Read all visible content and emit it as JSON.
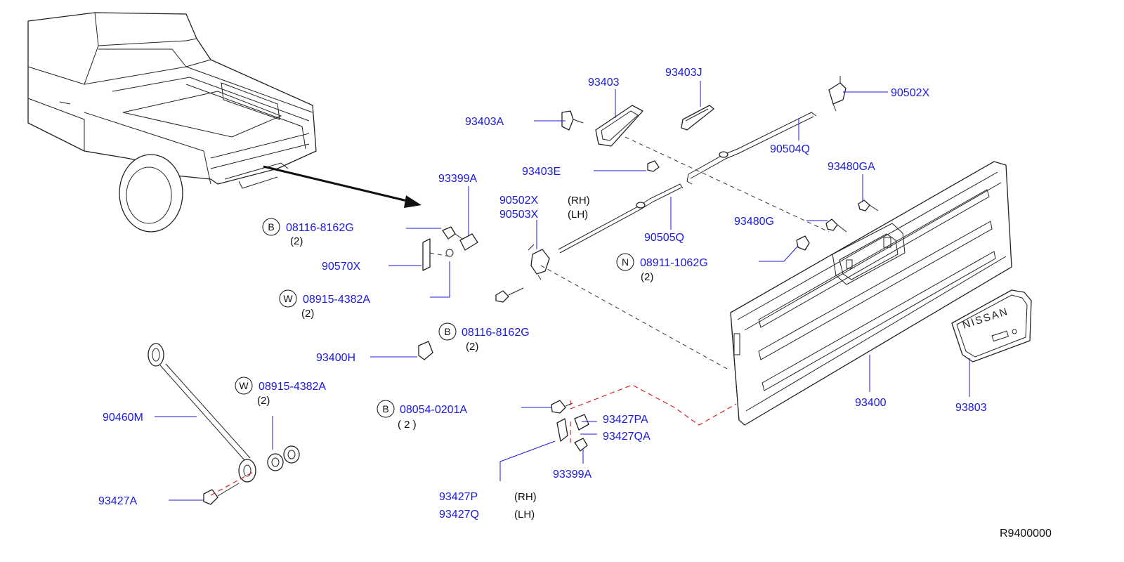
{
  "diagram": {
    "reference": "R9400000",
    "labels": {
      "p93403": "93403",
      "p93403J": "93403J",
      "p93403A": "93403A",
      "p90502X_top": "90502X",
      "p90504Q": "90504Q",
      "p93403E": "93403E",
      "p93399A_top": "93399A",
      "p93480GA": "93480GA",
      "p90502X_rh": "90502X",
      "rh_1": "(RH)",
      "p90503X": "90503X",
      "lh_1": "(LH)",
      "p93480G": "93480G",
      "p90505Q": "90505Q",
      "p08116_1": "08116-8162G",
      "qty_08116_1": "(2)",
      "p90570X": "90570X",
      "p08911": "08911-1062G",
      "qty_08911": "(2)",
      "p08915_1": "08915-4382A",
      "qty_08915_1": "(2)",
      "p08116_2": "08116-8162G",
      "qty_08116_2": "(2)",
      "p93400H": "93400H",
      "p08915_2": "08915-4382A",
      "qty_08915_2": "(2)",
      "p08054": "08054-0201A",
      "qty_08054": "( 2 )",
      "p93427PA": "93427PA",
      "p93427QA": "93427QA",
      "p93400": "93400",
      "p93803": "93803",
      "p90460M": "90460M",
      "p93399A_bottom": "93399A",
      "p93427A": "93427A",
      "p93427P": "93427P",
      "rh_2": "(RH)",
      "p93427Q": "93427Q",
      "lh_2": "(LH)"
    },
    "circles": {
      "B": "B",
      "W": "W",
      "N": "N"
    },
    "emblem_text": "NISSAN"
  }
}
